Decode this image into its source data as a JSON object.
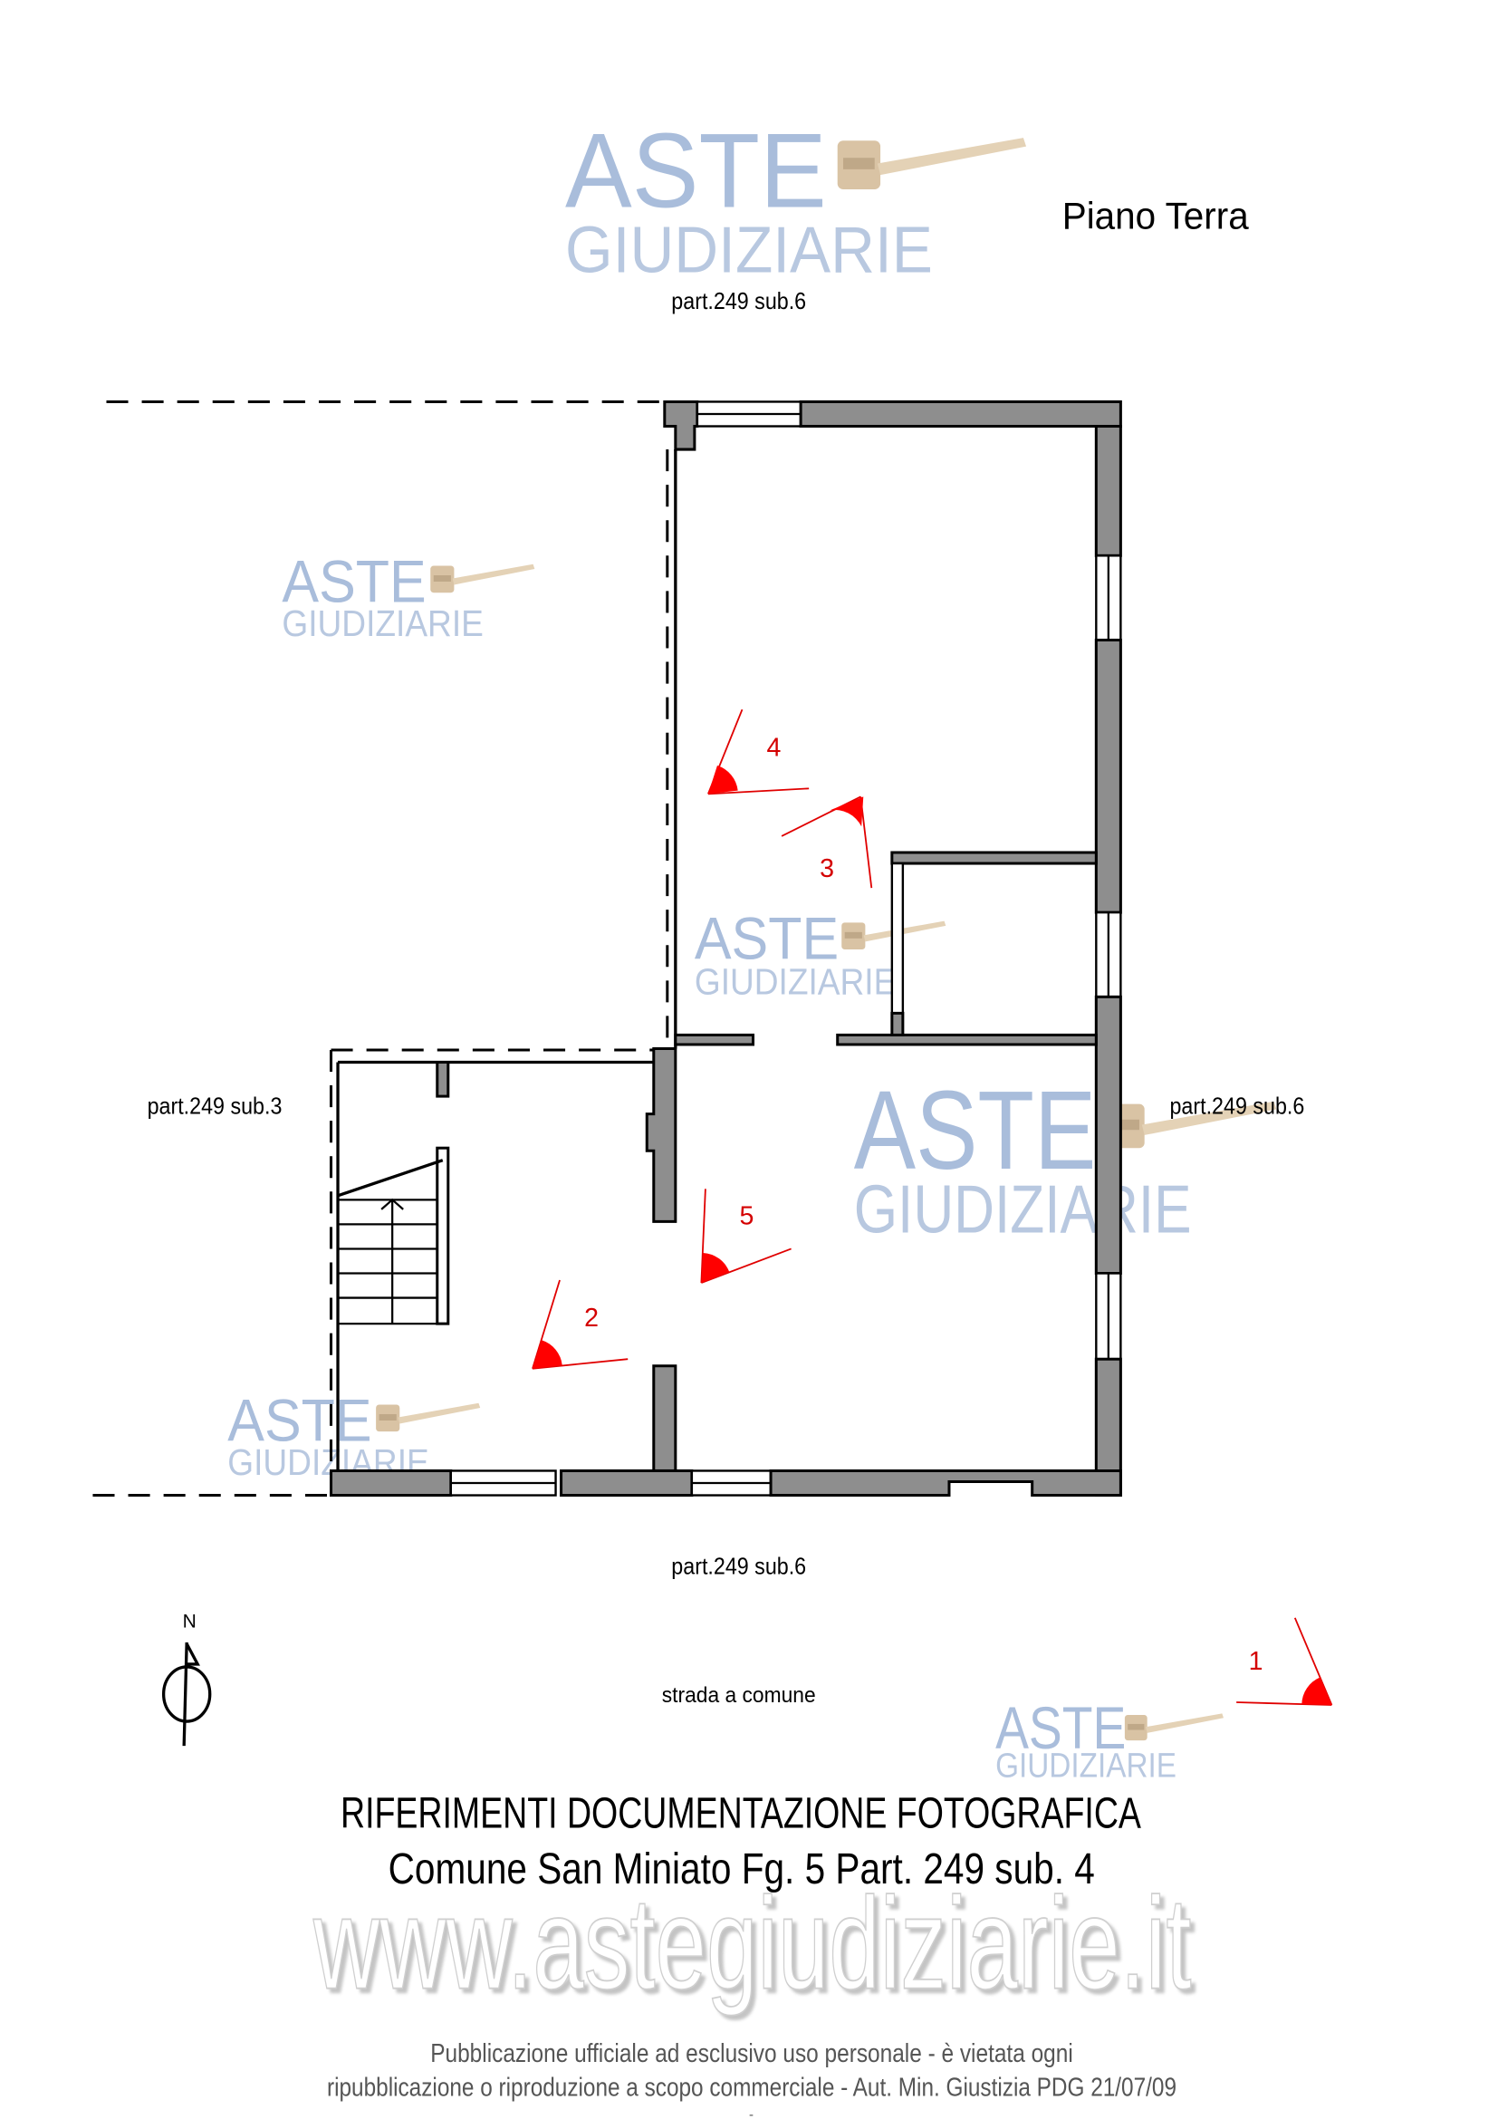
{
  "plan": {
    "floor_title": "Piano Terra",
    "neighbor_top": "part.249 sub.6",
    "neighbor_left": "part.249 sub.3",
    "neighbor_right": "part.249 sub.6",
    "neighbor_bottom": "part.249 sub.6",
    "street": "strada a comune",
    "north_label": "N",
    "photo_markers": [
      "1",
      "2",
      "3",
      "4",
      "5"
    ],
    "marker_color": "#ff0000",
    "wall_color": "#8e8e8e"
  },
  "title": {
    "line1": "RIFERIMENTI DOCUMENTAZIONE FOTOGRAFICA",
    "line2": "Comune San Miniato Fg. 5 Part. 249 sub. 4"
  },
  "watermark": {
    "logo_top": "ASTE",
    "logo_bottom": "GIUDIZIARIE",
    "url": "www.astegiudiziarie.it",
    "color": "#a9bddb"
  },
  "footer": {
    "line1": "Pubblicazione ufficiale ad esclusivo uso personale - è vietata ogni",
    "line2": "ripubblicazione o riproduzione a scopo commerciale - Aut. Min. Giustizia PDG 21/07/09",
    "line3": "-"
  }
}
